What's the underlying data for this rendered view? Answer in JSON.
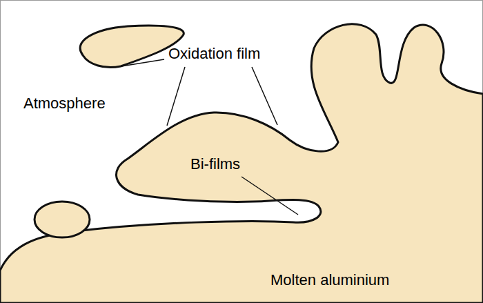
{
  "diagram": {
    "labels": [
      "Oxidation film",
      "Atmosphere",
      "Bi-films",
      "Molten aluminium"
    ]
  }
}
